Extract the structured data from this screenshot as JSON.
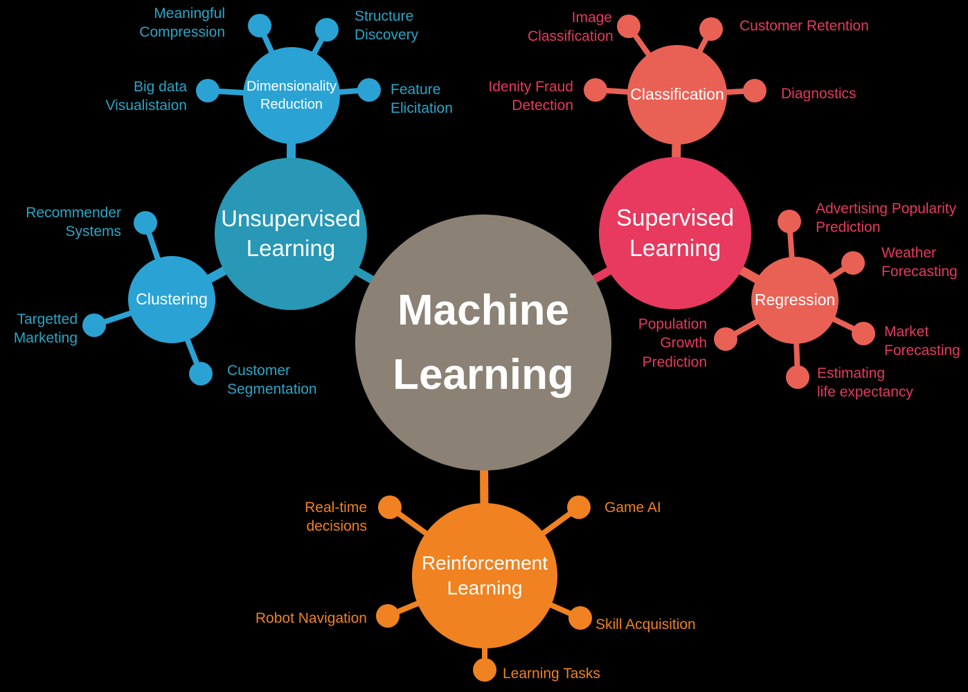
{
  "diagram": {
    "title": "Machine Learning mind map",
    "center": {
      "label": "Machine\nLearning"
    },
    "branches": {
      "unsupervised": {
        "label": "Unsupervised\nLearning"
      },
      "supervised": {
        "label": "Supervised\nLearning"
      },
      "reinforcement": {
        "label": "Reinforcement\nLearning"
      }
    },
    "hubs": {
      "dimensionality_reduction": {
        "label": "Dimensionality\nReduction"
      },
      "clustering": {
        "label": "Clustering"
      },
      "classification": {
        "label": "Classification"
      },
      "regression": {
        "label": "Regression"
      }
    },
    "leaves": {
      "meaningful_compression": {
        "label": "Meaningful\nCompression"
      },
      "structure_discovery": {
        "label": "Structure\nDiscovery"
      },
      "big_data_visualistaion": {
        "label": "Big data\nVisualistaion"
      },
      "feature_elicitation": {
        "label": "Feature\nElicitation"
      },
      "recommender_systems": {
        "label": "Recommender\nSystems"
      },
      "targetted_marketing": {
        "label": "Targetted\nMarketing"
      },
      "customer_segmentation": {
        "label": "Customer\nSegmentation"
      },
      "image_classification": {
        "label": "Image\nClassification"
      },
      "customer_retention": {
        "label": "Customer Retention"
      },
      "identity_fraud_detection": {
        "label": "Idenity Fraud\nDetection"
      },
      "diagnostics": {
        "label": "Diagnostics"
      },
      "advertising_popularity_prediction": {
        "label": "Advertising Popularity\nPrediction"
      },
      "weather_forecasting": {
        "label": "Weather\nForecasting"
      },
      "market_forecasting": {
        "label": "Market\nForecasting"
      },
      "estimating_life_expectancy": {
        "label": "Estimating\nlife expectancy"
      },
      "population_growth_prediction": {
        "label": "Population\nGrowth\nPrediction"
      },
      "real_time_decisions": {
        "label": "Real-time decisions"
      },
      "game_ai": {
        "label": "Game AI"
      },
      "robot_navigation": {
        "label": "Robot Navigation"
      },
      "skill_acquisition": {
        "label": "Skill Acquisition"
      },
      "learning_tasks": {
        "label": "Learning Tasks"
      }
    },
    "colors": {
      "background": "#000000",
      "center_taupe": "#8b8174",
      "unsupervised_teal": "#2898b6",
      "cluster_blue": "#2aa3d4",
      "supervised_crimson": "#e73a5e",
      "classification_salmon": "#e96155",
      "reinforcement_orange": "#f08221",
      "teal_text": "#2aa6c6",
      "crimson_text": "#e73a5e",
      "orange_text": "#f08221",
      "node_text": "#ffffff"
    }
  }
}
